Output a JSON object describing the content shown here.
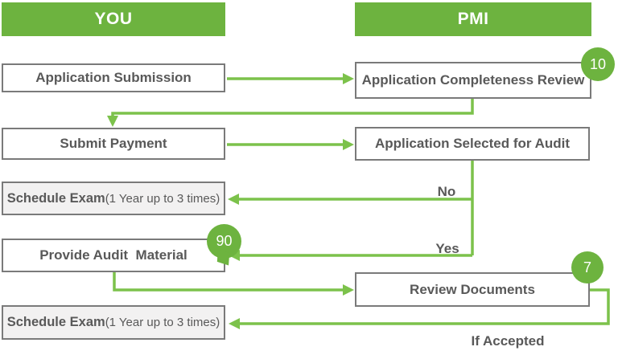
{
  "colors": {
    "green": "#6DB33F",
    "line_green": "#7CC24B",
    "border_gray": "#7A7A7A",
    "text_gray": "#595959",
    "box_fill": "#FFFFFF",
    "box_fill_alt": "#F2F1F1",
    "label_bg": "#FFFFFF"
  },
  "headers": {
    "you": "YOU",
    "pmi": "PMI"
  },
  "boxes": {
    "application_submission": "Application Submission",
    "submit_payment": "Submit Payment",
    "schedule_exam_first": {
      "bold": "Schedule Exam",
      "normal": "(1 Year up to 3 times)"
    },
    "provide_audit_material": "Provide Audit  Material",
    "schedule_exam_second": {
      "bold": "Schedule Exam",
      "normal": "(1 Year up to 3 times)"
    },
    "application_completeness_review": "Application Completeness Review",
    "application_selected_for_audit": "Application Selected for Audit",
    "review_documents": "Review Documents"
  },
  "badges": {
    "completeness_review_days": "10",
    "provide_audit_days": "90",
    "review_documents_days": "7"
  },
  "edge_labels": {
    "no": "No",
    "yes": "Yes",
    "if_accepted": "If Accepted"
  }
}
